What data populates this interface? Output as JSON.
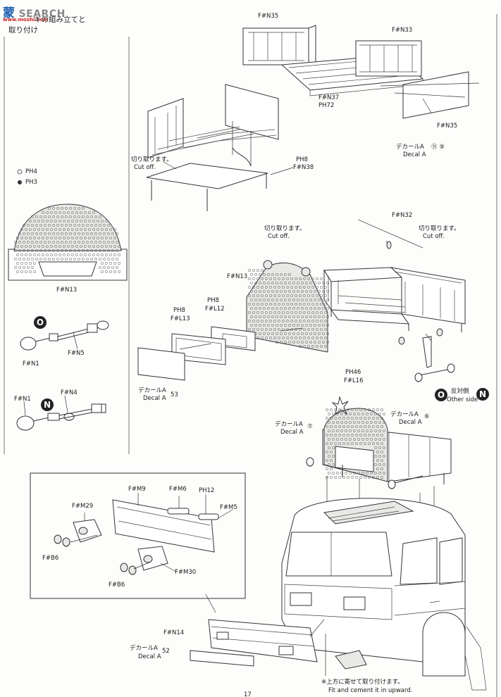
{
  "watermark": {
    "brand": "蒙",
    "text": "SEARCH",
    "sub": "www.moshi.com"
  },
  "header": {
    "line1": "キの組み立てと",
    "line2": "取り付け"
  },
  "legend": {
    "open_label": "PH4",
    "filled_label": "PH3"
  },
  "left": {
    "grille_label": "F#N13",
    "mark_o": "O",
    "mark_n": "N",
    "mirror1_part": "F#N5",
    "mirror1_sub": "F#N1",
    "mirror2_part_a": "F#N1",
    "mirror2_part_b": "F#N4"
  },
  "top": {
    "n35_top": "F#N35",
    "n33": "F#N33",
    "n37": "F#N37",
    "p72": "PH72",
    "n35_right": "F#N35",
    "decal_jp": "デカールA",
    "decal_num": "⑪ ⑨",
    "decal_en": "Decal A",
    "cut_jp": "切り取ります。",
    "cut_en": "Cut off.",
    "p8": "PH8",
    "n38": "F#N38"
  },
  "mid": {
    "n32": "F#N32",
    "cut1_jp": "切り取ります。",
    "cut1_en": "Cut off.",
    "cut2_jp": "切り取ります。",
    "cut2_en": "Cut off.",
    "n13": "F#N13",
    "ph8_a": "PH8",
    "fl12": "F#L12",
    "ph8_b": "PH8",
    "fl13": "F#L13",
    "decal_jp": "デカールA",
    "decal_en": "Decal A",
    "decal_num": "53",
    "other_jp": "反対側",
    "other_en": "Other side"
  },
  "cab": {
    "ph46": "PH46",
    "fl16": "F#L16",
    "decal6_jp": "デカールA",
    "decal6_num": "⑥",
    "decal6_en": "Decal A",
    "decal7_jp": "デカールA",
    "decal7_num": "⑦",
    "decal7_en": "Decal A",
    "n14": "F#N14",
    "decal52_jp": "デカールA",
    "decal52_num": "52",
    "decal52_en": "Decal A",
    "note_jp": "※上方に寄せて取り付けます。",
    "note_en": "Fit and cement it in upward."
  },
  "inset": {
    "m9": "F#M9",
    "m6": "F#M6",
    "p12": "PH12",
    "m29": "F#M29",
    "m5": "F#M5",
    "b6_a": "F#B6",
    "m30": "F#M30",
    "b6_b": "F#B6"
  },
  "page_number": "17"
}
